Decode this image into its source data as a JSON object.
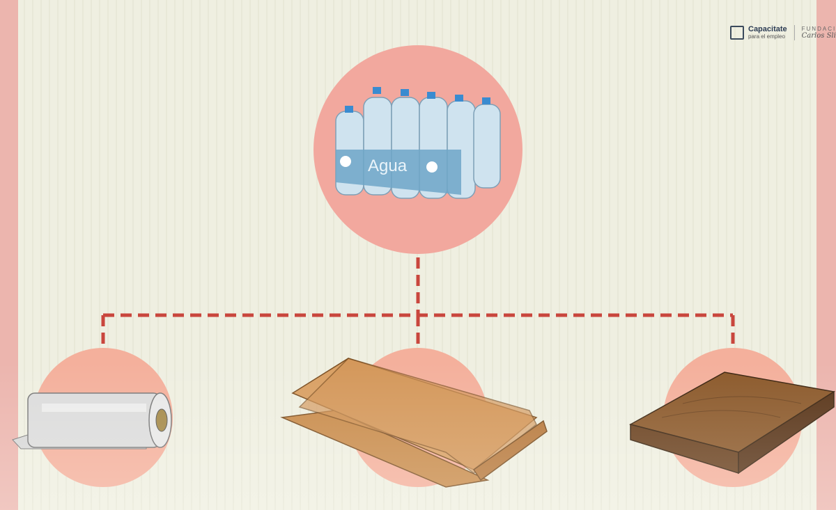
{
  "logo": {
    "brand": "Capacitate",
    "tagline": "para el empleo",
    "foundation": "FUNDACIÓN",
    "foundation_name": "Carlos Slim"
  },
  "center_item": {
    "label": "Agua",
    "name": "water-bottle-pack"
  },
  "children": [
    {
      "name": "plastic-film-roll"
    },
    {
      "name": "cardboard-box"
    },
    {
      "name": "wood-board"
    }
  ],
  "colors": {
    "background": "#efefe1",
    "top_circle": "#f2a89e",
    "bottom_circle": "#f4b09c",
    "connector": "#c9463d",
    "side_bar": "#ecb5ae"
  }
}
